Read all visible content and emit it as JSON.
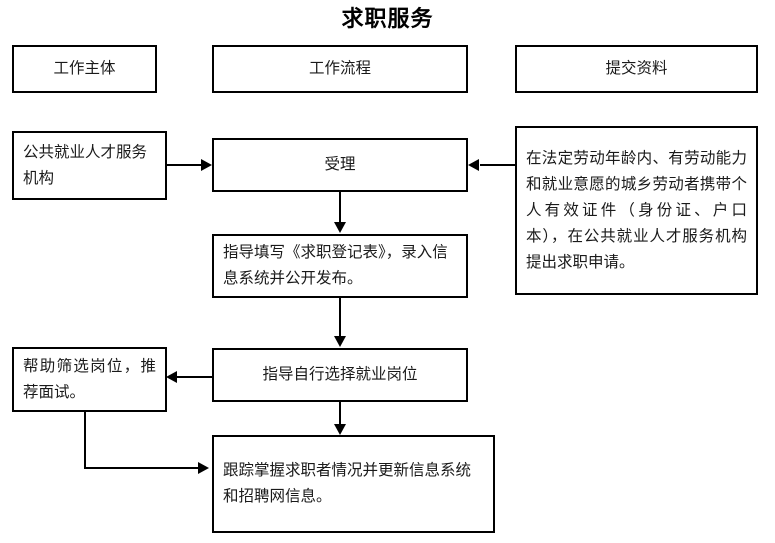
{
  "title": "求职服务",
  "header": {
    "subject": "工作主体",
    "process": "工作流程",
    "documents": "提交资料"
  },
  "nodes": {
    "agency": "公共就业人才服务机构",
    "accept": "受理",
    "documents": "在法定劳动年龄内、有劳动能力和就业意愿的城乡劳动者携带个人有效证件（身份证、户口本），在公共就业人才服务机构提出求职申请。",
    "register": "指导填写《求职登记表》，录入信息系统并公开发布。",
    "select": "指导自行选择就业岗位",
    "screen": "帮助筛选岗位，推荐面试。",
    "track": "跟踪掌握求职者情况并更新信息系统和招聘网信息。"
  },
  "colors": {
    "stroke": "#000000",
    "text": "#1a1a1a",
    "background": "#ffffff"
  },
  "connectors": [
    {
      "name": "agency-to-accept",
      "direction": "right"
    },
    {
      "name": "documents-to-accept",
      "direction": "left"
    },
    {
      "name": "accept-to-register",
      "direction": "down"
    },
    {
      "name": "register-to-select",
      "direction": "down"
    },
    {
      "name": "select-to-screen",
      "direction": "left"
    },
    {
      "name": "select-to-track",
      "direction": "down"
    },
    {
      "name": "screen-to-track",
      "direction": "right"
    }
  ]
}
